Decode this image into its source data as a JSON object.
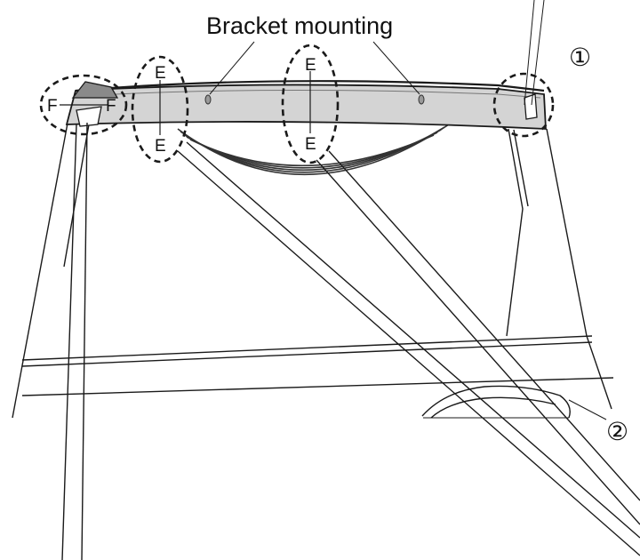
{
  "diagram": {
    "title_callout": "Bracket mounting",
    "part_numbers": [
      "①",
      "②"
    ],
    "point_E": "E",
    "point_F": "F",
    "colors": {
      "line": "#1a1a1a",
      "panel_fill": "#d4d4d4",
      "background": "#ffffff"
    }
  }
}
